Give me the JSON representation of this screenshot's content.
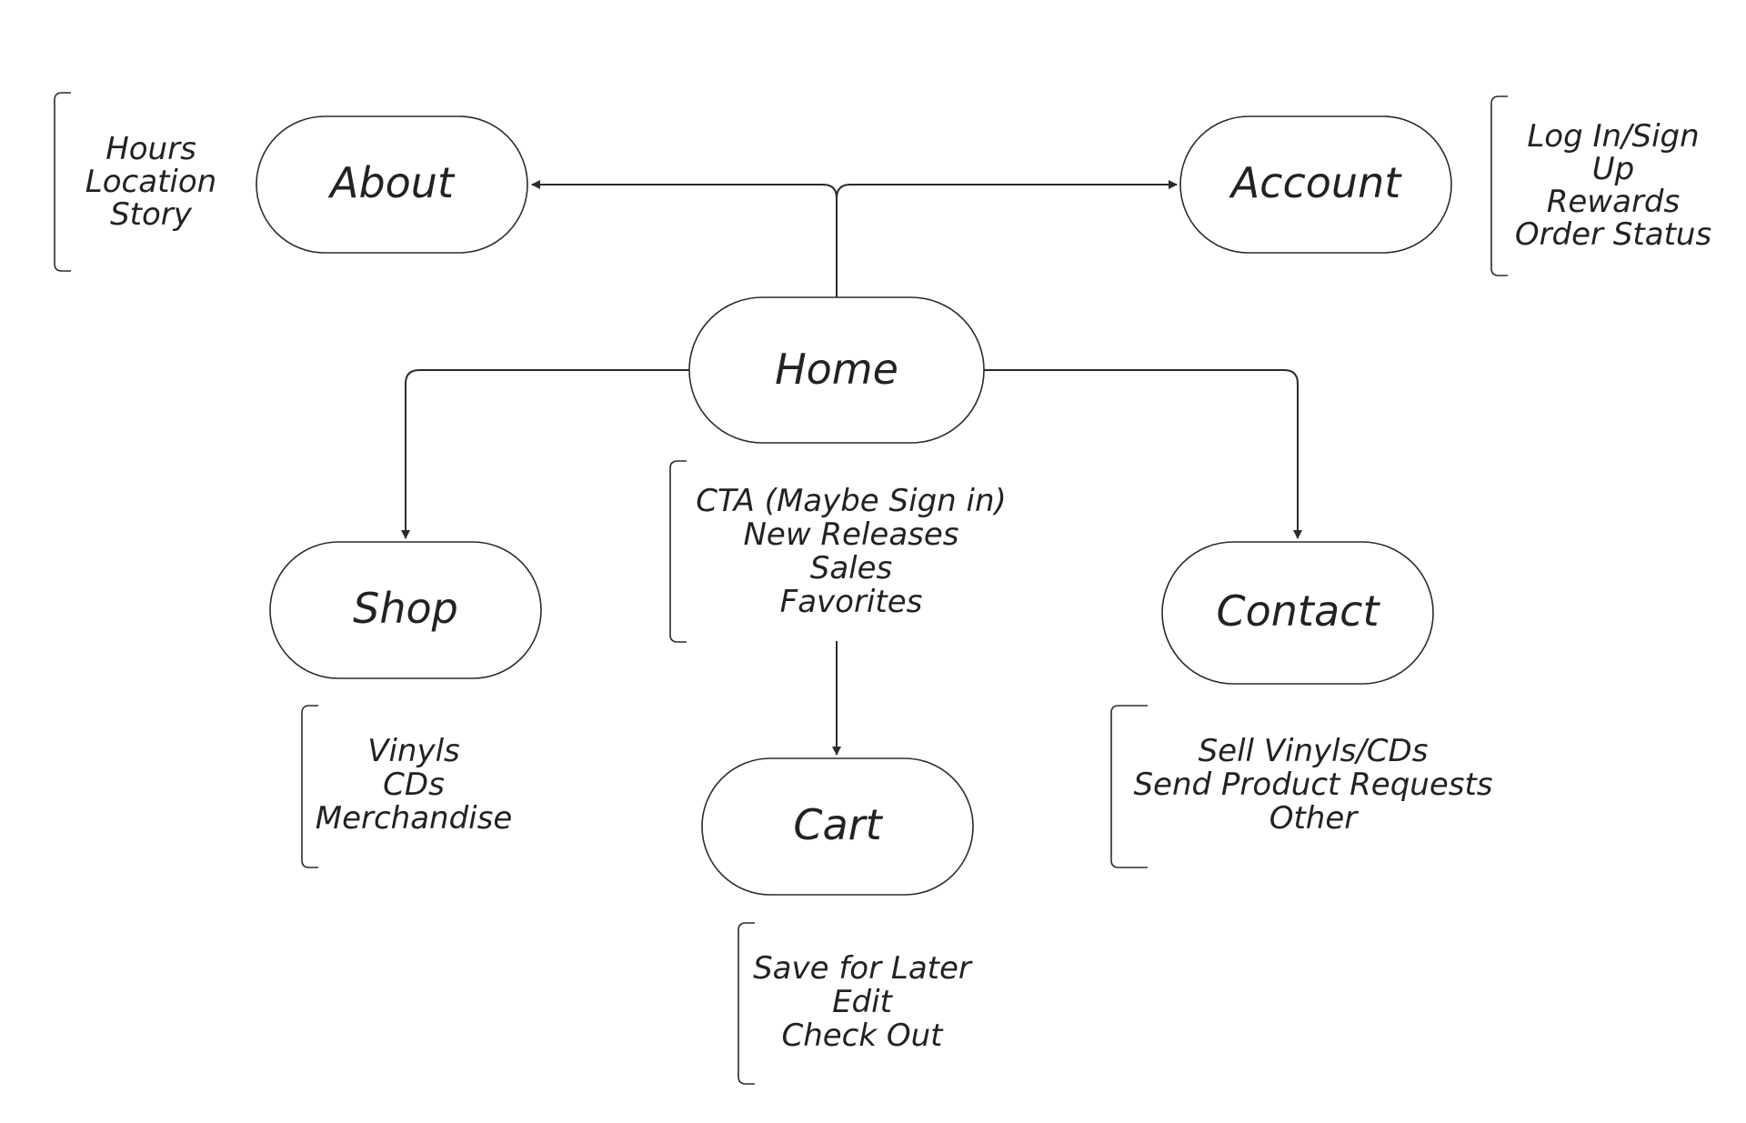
{
  "nodes": {
    "home": "Home",
    "about": "About",
    "account": "Account",
    "shop": "Shop",
    "contact": "Contact",
    "cart": "Cart"
  },
  "notes": {
    "about": [
      "Hours",
      "Location",
      "Story"
    ],
    "account": [
      "Log In/Sign",
      "Up",
      "Rewards",
      "Order Status"
    ],
    "home": [
      "CTA (Maybe Sign in)",
      "New Releases",
      "Sales",
      "Favorites"
    ],
    "shop": [
      "Vinyls",
      "CDs",
      "Merchandise"
    ],
    "contact": [
      "Sell Vinyls/CDs",
      "Send Product Requests",
      "Other"
    ],
    "cart": [
      "Save for Later",
      "Edit",
      "Check Out"
    ]
  },
  "colors": {
    "stroke": "#2b2b2b",
    "text": "#222222",
    "background": "#ffffff"
  }
}
